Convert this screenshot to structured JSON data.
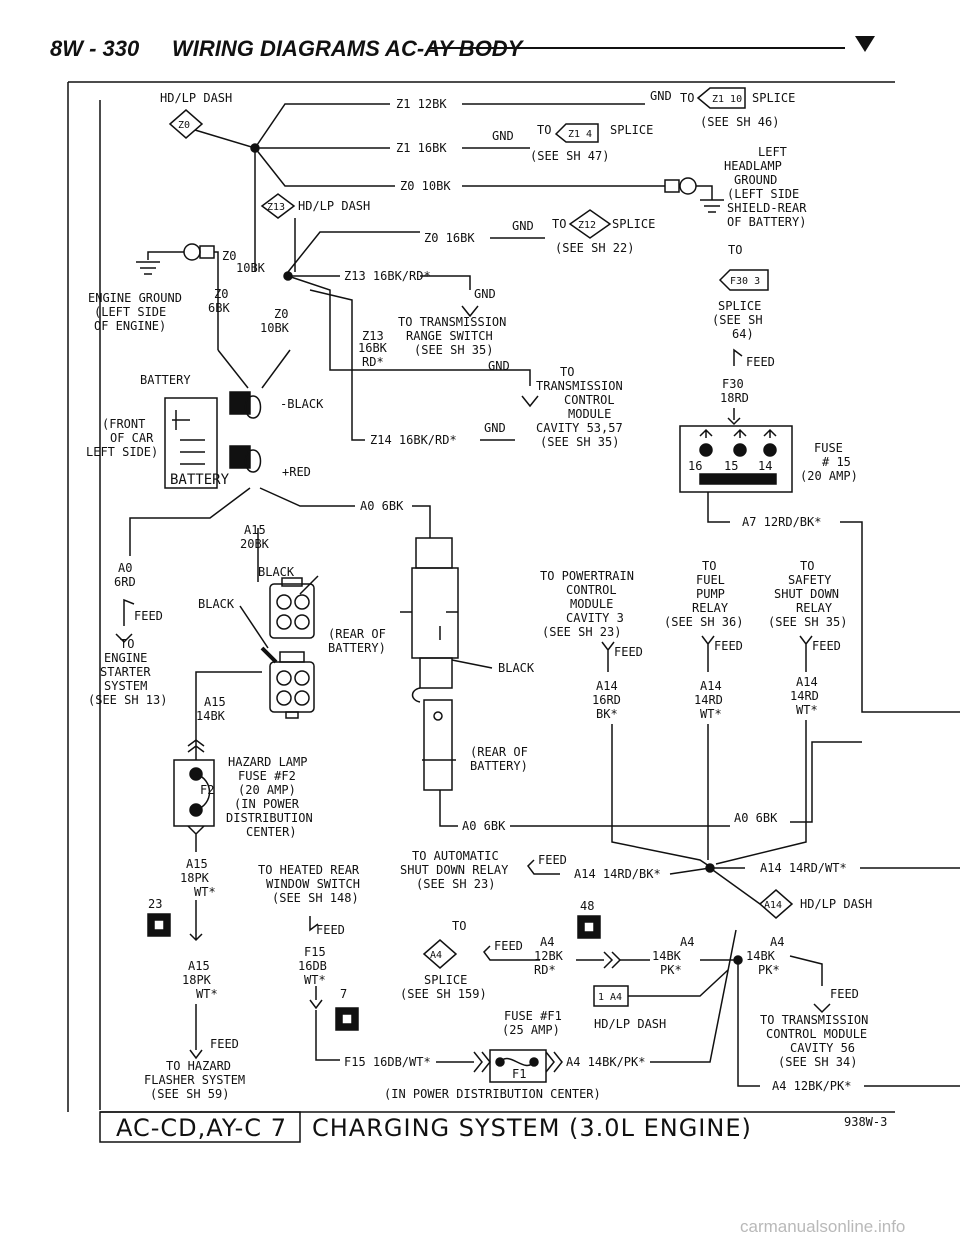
{
  "header": {
    "page": "8W - 330",
    "title": "WIRING DIAGRAMS AC-AY BODY"
  },
  "footer": {
    "model_box": "AC-CD,AY-C 7",
    "system_title": "CHARGING SYSTEM (3.0L ENGINE)",
    "fig_code": "938W-3",
    "watermark": "carmanualsonline.info"
  },
  "connectors": [
    "Z0",
    "Z13",
    "Z1 10",
    "Z1 4",
    "Z12",
    "F30 3",
    "A14",
    "A4",
    "1 A4",
    "F2",
    "F1"
  ],
  "labels": {
    "hd_lp_dash_top": "HD/LP DASH",
    "z1_12bk": "Z1 12BK",
    "z1_16bk": "Z1 16BK",
    "z0_10bk": "Z0 10BK",
    "z0_16bk": "Z0 16BK",
    "gnd": "GND",
    "to": "TO",
    "to_z110_splice": "SPLICE",
    "see_sh46": "(SEE SH 46)",
    "to_z14_splice": "SPLICE",
    "see_sh47": "(SEE SH 47)",
    "left_headlamp": [
      "LEFT",
      "HEADLAMP",
      "GROUND",
      "(LEFT SIDE",
      "SHIELD-REAR",
      "OF BATTERY)"
    ],
    "z13_hd_lp_dash": "HD/LP DASH",
    "to_z12_splice": "SPLICE",
    "see_sh22": "(SEE SH 22)",
    "to_f30": "TO",
    "splice_see_sh64": [
      "SPLICE",
      "(SEE SH",
      "64)"
    ],
    "z0_10bk_v": [
      "Z0",
      "10BK"
    ],
    "z13_16bkrd": "Z13 16BK/RD*",
    "engine_ground": [
      "ENGINE GROUND",
      "(LEFT SIDE",
      "OF ENGINE)"
    ],
    "z0_6bk": [
      "Z0",
      "6BK"
    ],
    "z0_10bk_v2": [
      "Z0",
      "10BK"
    ],
    "to_trans_range": [
      "TO TRANSMISSION",
      "RANGE SWITCH",
      "(SEE SH 35)"
    ],
    "z13_16bk_rd": [
      "Z13",
      "16BK",
      "RD*"
    ],
    "feed": "FEED",
    "f30_18rd": [
      "F30",
      "18RD"
    ],
    "to_tcm": [
      "TO",
      "TRANSMISSION",
      "CONTROL",
      "MODULE",
      "CAVITY 53,57",
      "(SEE SH 35)"
    ],
    "battery": "BATTERY",
    "minus_black": "-BLACK",
    "plus_red": "+RED",
    "front_of_car": [
      "(FRONT",
      "OF CAR",
      "LEFT SIDE)"
    ],
    "z14_16bkrd": "Z14 16BK/RD*",
    "fuse15": [
      "FUSE",
      "# 15",
      "(20 AMP)"
    ],
    "fuse_cav": [
      "16",
      "15",
      "14"
    ],
    "a0_6bk": "A0 6BK",
    "a7_12rdbk": "A7 12RD/BK*",
    "a15_20bk": [
      "A15",
      "20BK"
    ],
    "a0_6rd": [
      "A0",
      "6RD"
    ],
    "black": "BLACK",
    "to_engine_starter": [
      "TO",
      "ENGINE",
      "STARTER",
      "SYSTEM",
      "(SEE SH 13)"
    ],
    "rear_of_battery": [
      "(REAR OF",
      "BATTERY)"
    ],
    "black_arrow": "BLACK",
    "a15_14bk": [
      "A15",
      "14BK"
    ],
    "to_pcm": [
      "TO POWERTRAIN",
      "CONTROL",
      "MODULE",
      "CAVITY 3",
      "(SEE SH 23)"
    ],
    "to_fuel_pump": [
      "TO",
      "FUEL",
      "PUMP",
      "RELAY",
      "(SEE SH 36)"
    ],
    "to_asd": [
      "TO",
      "SAFETY",
      "SHUT DOWN",
      "RELAY",
      "(SEE SH 35)"
    ],
    "a14_16rd": [
      "A14",
      "16RD",
      "BK*"
    ],
    "a14_14rd": [
      "A14",
      "14RD",
      "WT*"
    ],
    "a14_14rd_r": [
      "A14",
      "14RD",
      "WT*"
    ],
    "hazard_fuse": [
      "HAZARD LAMP",
      "FUSE #F2",
      "(20 AMP)",
      "(IN POWER",
      "DISTRIBUTION",
      "CENTER)"
    ],
    "rear_of_battery2": [
      "(REAR OF",
      "BATTERY)"
    ],
    "a0_6bk_lower": "A0 6BK",
    "a0_6bk_right": "A0 6BK",
    "a15_18pk": [
      "A15",
      "18PK",
      "WT*"
    ],
    "to_heated_rear": [
      "TO HEATED REAR",
      "WINDOW SWITCH",
      "(SEE SH 148)"
    ],
    "to_auto_shut": [
      "TO AUTOMATIC",
      "SHUT DOWN RELAY",
      "(SEE SH 23)"
    ],
    "a14_14rdbk": "A14 14RD/BK*",
    "a14_14rdwt": "A14 14RD/WT*",
    "n23": "23",
    "n48": "48",
    "n7": "7",
    "a14_hd_lp_dash": "HD/LP DASH",
    "f15_16db": [
      "F15",
      "16DB",
      "WT*"
    ],
    "to_a4_splice": [
      "TO",
      "SPLICE",
      "(SEE SH 159)"
    ],
    "a4_12bk": [
      "A4",
      "12BK",
      "RD*"
    ],
    "a4_14bk": [
      "A4",
      "14BK",
      "PK*"
    ],
    "a4_14bk_r": [
      "A4",
      "14BK",
      "PK*"
    ],
    "a15_18pk_b": [
      "A15",
      "18PK",
      "WT*"
    ],
    "fuse_f1": [
      "FUSE #F1",
      "(25 AMP)"
    ],
    "hd_lp_dash_a4": "HD/LP DASH",
    "to_tcm56": [
      "TO TRANSMISSION",
      "CONTROL MODULE",
      "CAVITY 56",
      "(SEE SH 34)"
    ],
    "to_hazard": [
      "TO HAZARD",
      "FLASHER SYSTEM",
      "(SEE SH 59)"
    ],
    "f15_16dbwt": "F15 16DB/WT*",
    "f1": "F1",
    "a4_14bkpk": "A4 14BK/PK*",
    "a4_12bkpk": "A4 12BK/PK*",
    "in_pdc": "(IN POWER DISTRIBUTION CENTER)"
  }
}
